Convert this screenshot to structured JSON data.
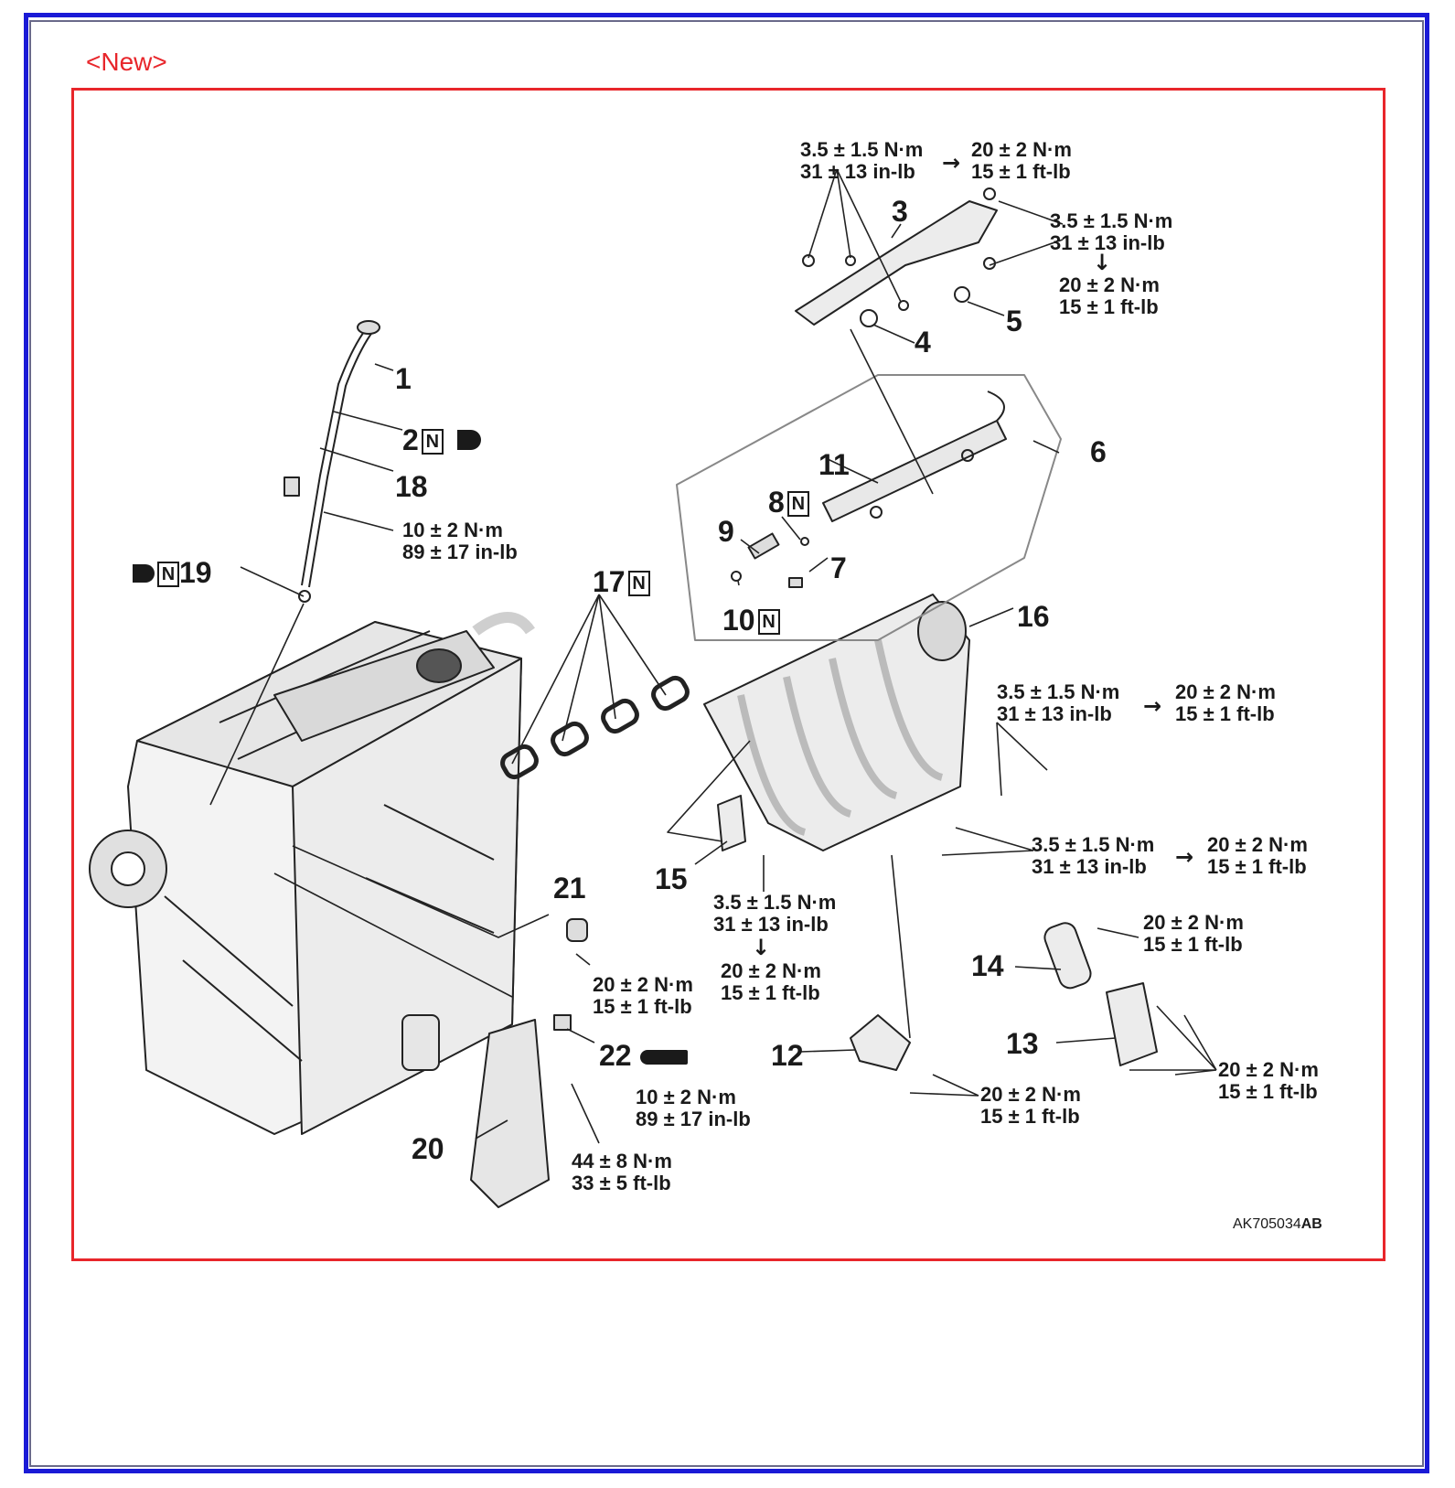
{
  "header": {
    "new_tag": "<New>"
  },
  "figure_code": {
    "prefix": "AK705034",
    "suffix": "AB"
  },
  "symbols": {
    "n_mark": "N"
  },
  "callouts": {
    "c1": "1",
    "c2": "2",
    "c3": "3",
    "c4": "4",
    "c5": "5",
    "c6": "6",
    "c7": "7",
    "c8": "8",
    "c9": "9",
    "c10": "10",
    "c11": "11",
    "c12": "12",
    "c13": "13",
    "c14": "14",
    "c15": "15",
    "c16": "16",
    "c17": "17",
    "c18": "18",
    "c19": "19",
    "c20": "20",
    "c21": "21",
    "c22": "22"
  },
  "torque": {
    "low_nm": "3.5 ± 1.5 N·m",
    "low_inlb": "31 ± 13 in-lb",
    "std_nm": "20 ± 2 N·m",
    "std_ftlb": "15 ± 1 ft-lb",
    "ten_nm": "10 ± 2 N·m",
    "ten_inlb": "89 ± 17 in-lb",
    "high_nm": "44 ± 8 N·m",
    "high_ftlb": "33 ± 5 ft-lb",
    "arrow_right": "→",
    "arrow_down": "↓"
  }
}
